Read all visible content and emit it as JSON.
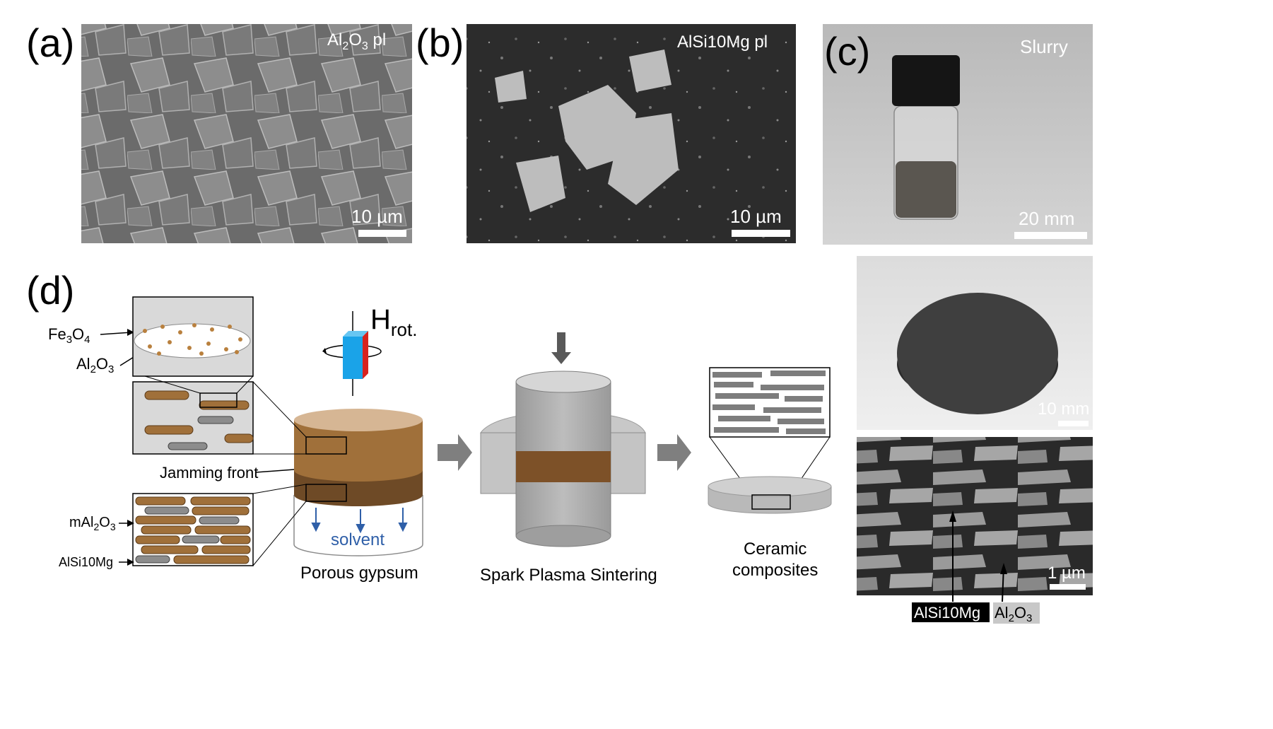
{
  "panels": {
    "a": {
      "letter": "(a)",
      "caption": "Al₂O₃ pl",
      "caption_main": "Al",
      "caption_sub1": "2",
      "caption_mid": "O",
      "caption_sub2": "3",
      "caption_tail": " pl",
      "scale": "10 µm"
    },
    "b": {
      "letter": "(b)",
      "caption": "AlSi10Mg pl",
      "scale": "10 µm"
    },
    "c": {
      "letter": "(c)",
      "caption": "Slurry",
      "scale": "20 mm"
    },
    "disc": {
      "scale": "10 mm"
    },
    "sem": {
      "scale": "1 µm",
      "label_left": "AlSi10Mg",
      "label_right_main": "Al",
      "label_right_sub1": "2",
      "label_right_mid": "O",
      "label_right_sub2": "3"
    },
    "d": {
      "letter": "(d)",
      "fe3o4": {
        "a": "Fe",
        "b": "3",
        "c": "O",
        "d": "4"
      },
      "al2o3": {
        "a": "Al",
        "b": "2",
        "c": "O",
        "d": "3"
      },
      "field": {
        "main": "H",
        "sub": "rot."
      },
      "jamming_front": "Jamming front",
      "mal2o3": {
        "a": "mAl",
        "b": "2",
        "c": "O",
        "d": "3"
      },
      "alsi": "AlSi10Mg",
      "solvent": "solvent",
      "porous": "Porous gypsum",
      "sps": "Spark Plasma Sintering",
      "ceramic_1": "Ceramic",
      "ceramic_2": "composites"
    }
  },
  "colors": {
    "brown": "#a0703a",
    "dark_brown": "#6e4a26",
    "magnet_blue": "#1aa3e8",
    "magnet_red": "#d8231f",
    "solvent_blue": "#2f5fa8"
  }
}
